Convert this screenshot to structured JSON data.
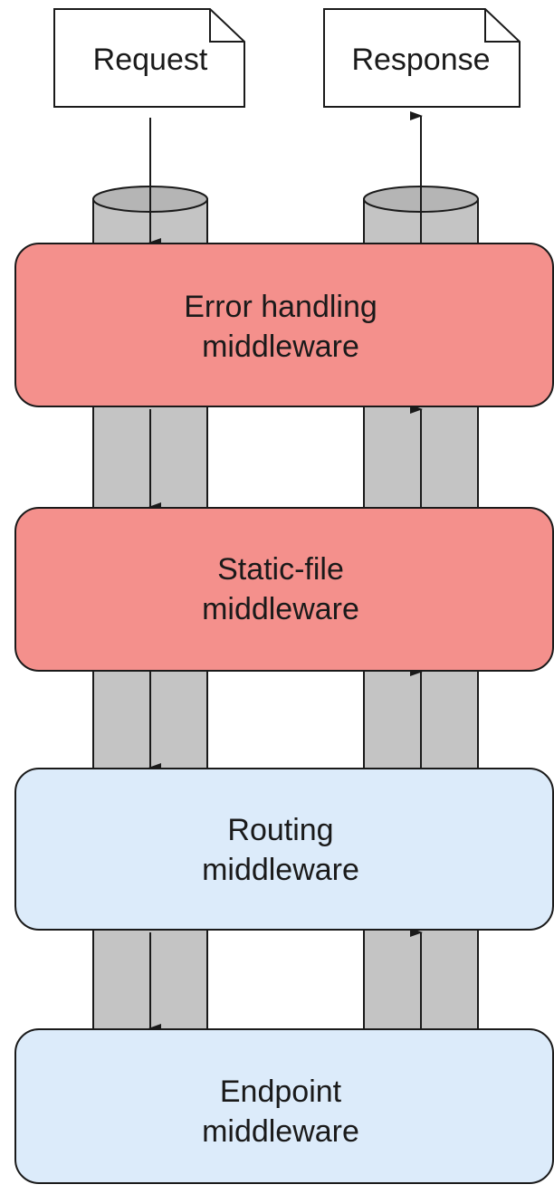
{
  "documents": {
    "request": {
      "label": "Request"
    },
    "response": {
      "label": "Response"
    }
  },
  "middleware": [
    {
      "line1": "Error handling",
      "line2": "middleware",
      "fill": "#f4908c"
    },
    {
      "line1": "Static-file",
      "line2": "middleware",
      "fill": "#f4908c"
    },
    {
      "line1": "Routing",
      "line2": "middleware",
      "fill": "#dcebfa"
    },
    {
      "line1": "Endpoint",
      "line2": "middleware",
      "fill": "#dcebfa"
    }
  ],
  "colors": {
    "pipe": "#c4c4c4",
    "stroke": "#1a1a1a",
    "document": "#ffffff"
  }
}
